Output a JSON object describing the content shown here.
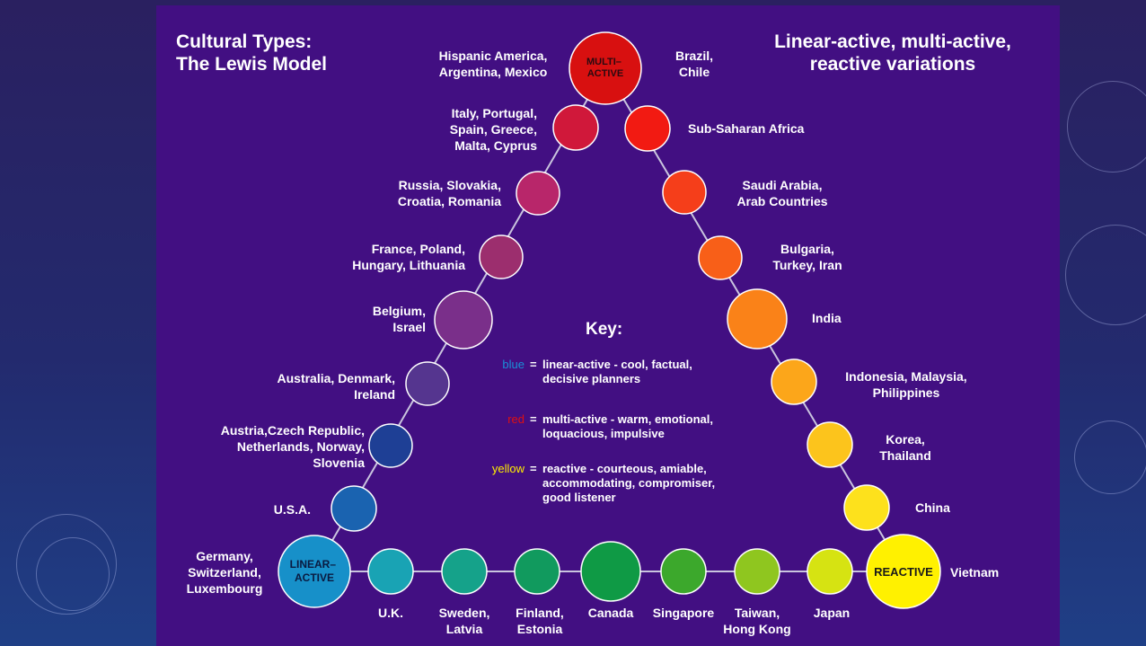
{
  "title": "Cultural Types:\nThe Lewis Model",
  "subtitle": "Linear-active, multi-active,\nreactive variations",
  "vertices": {
    "multi": "MULTI–\nACTIVE",
    "linear": "LINEAR–\nACTIVE",
    "reactive": "REACTIVE"
  },
  "labels": {
    "hispanic": "Hispanic America,\nArgentina, Mexico",
    "brazil": "Brazil,\nChile",
    "italy": "Italy, Portugal,\nSpain, Greece,\nMalta, Cyprus",
    "subsaharan": "Sub-Saharan Africa",
    "russia": "Russia, Slovakia,\nCroatia, Romania",
    "saudi": "Saudi Arabia,\nArab Countries",
    "france": "France, Poland,\nHungary, Lithuania",
    "bulgaria": "Bulgaria,\nTurkey, Iran",
    "belgium": "Belgium,\nIsrael",
    "india": "India",
    "australia": "Australia, Denmark,\nIreland",
    "indonesia": "Indonesia, Malaysia,\nPhilippines",
    "austria": "Austria,Czech Republic,\nNetherlands, Norway,\nSlovenia",
    "korea": "Korea,\nThailand",
    "usa": "U.S.A.",
    "china": "China",
    "germany": "Germany,\nSwitzerland,\nLuxembourg",
    "vietnam": "Vietnam",
    "uk": "U.K.",
    "sweden": "Sweden,\nLatvia",
    "finland": "Finland,\nEstonia",
    "canada": "Canada",
    "singapore": "Singapore",
    "taiwan": "Taiwan,\nHong Kong",
    "japan": "Japan"
  },
  "key": {
    "title": "Key:",
    "blue_word": "blue",
    "blue_desc": "linear-active - cool, factual,\ndecisive planners",
    "red_word": "red",
    "red_desc": "multi-active - warm, emotional,\nloquacious, impulsive",
    "yellow_word": "yellow",
    "yellow_desc": "reactive - courteous, amiable,\naccommodating, compromiser,\ngood listener",
    "equals": "="
  },
  "colors": {
    "slide_bg": "#420f82",
    "blue": "#1a8fd8",
    "red": "#e01010",
    "yellow": "#ffee00",
    "edge": "#c9c4de"
  },
  "circles": [
    {
      "id": "multi-vertex",
      "fill": "#d81010"
    },
    {
      "id": "italy",
      "fill": "#d0183a"
    },
    {
      "id": "subsaharan",
      "fill": "#f21a12"
    },
    {
      "id": "russia",
      "fill": "#b8266a"
    },
    {
      "id": "saudi",
      "fill": "#f53e1a"
    },
    {
      "id": "france",
      "fill": "#9c2e6e"
    },
    {
      "id": "bulgaria",
      "fill": "#f85f18"
    },
    {
      "id": "belgium",
      "fill": "#7a2f8a"
    },
    {
      "id": "india",
      "fill": "#fa8218"
    },
    {
      "id": "australia",
      "fill": "#55358f"
    },
    {
      "id": "indonesia",
      "fill": "#fca61a"
    },
    {
      "id": "austria",
      "fill": "#1e3f95"
    },
    {
      "id": "korea",
      "fill": "#fcc41c"
    },
    {
      "id": "usa",
      "fill": "#1a63b0"
    },
    {
      "id": "china",
      "fill": "#fde11c"
    },
    {
      "id": "linear-vertex",
      "fill": "#1790c9"
    },
    {
      "id": "reactive-vertex",
      "fill": "#fff100"
    },
    {
      "id": "uk",
      "fill": "#19a3b4"
    },
    {
      "id": "sweden",
      "fill": "#15a28a"
    },
    {
      "id": "finland",
      "fill": "#119a5e"
    },
    {
      "id": "canada",
      "fill": "#0f9a45"
    },
    {
      "id": "singapore",
      "fill": "#3ca82c"
    },
    {
      "id": "taiwan",
      "fill": "#8fc61f"
    },
    {
      "id": "japan",
      "fill": "#d6e312"
    }
  ]
}
